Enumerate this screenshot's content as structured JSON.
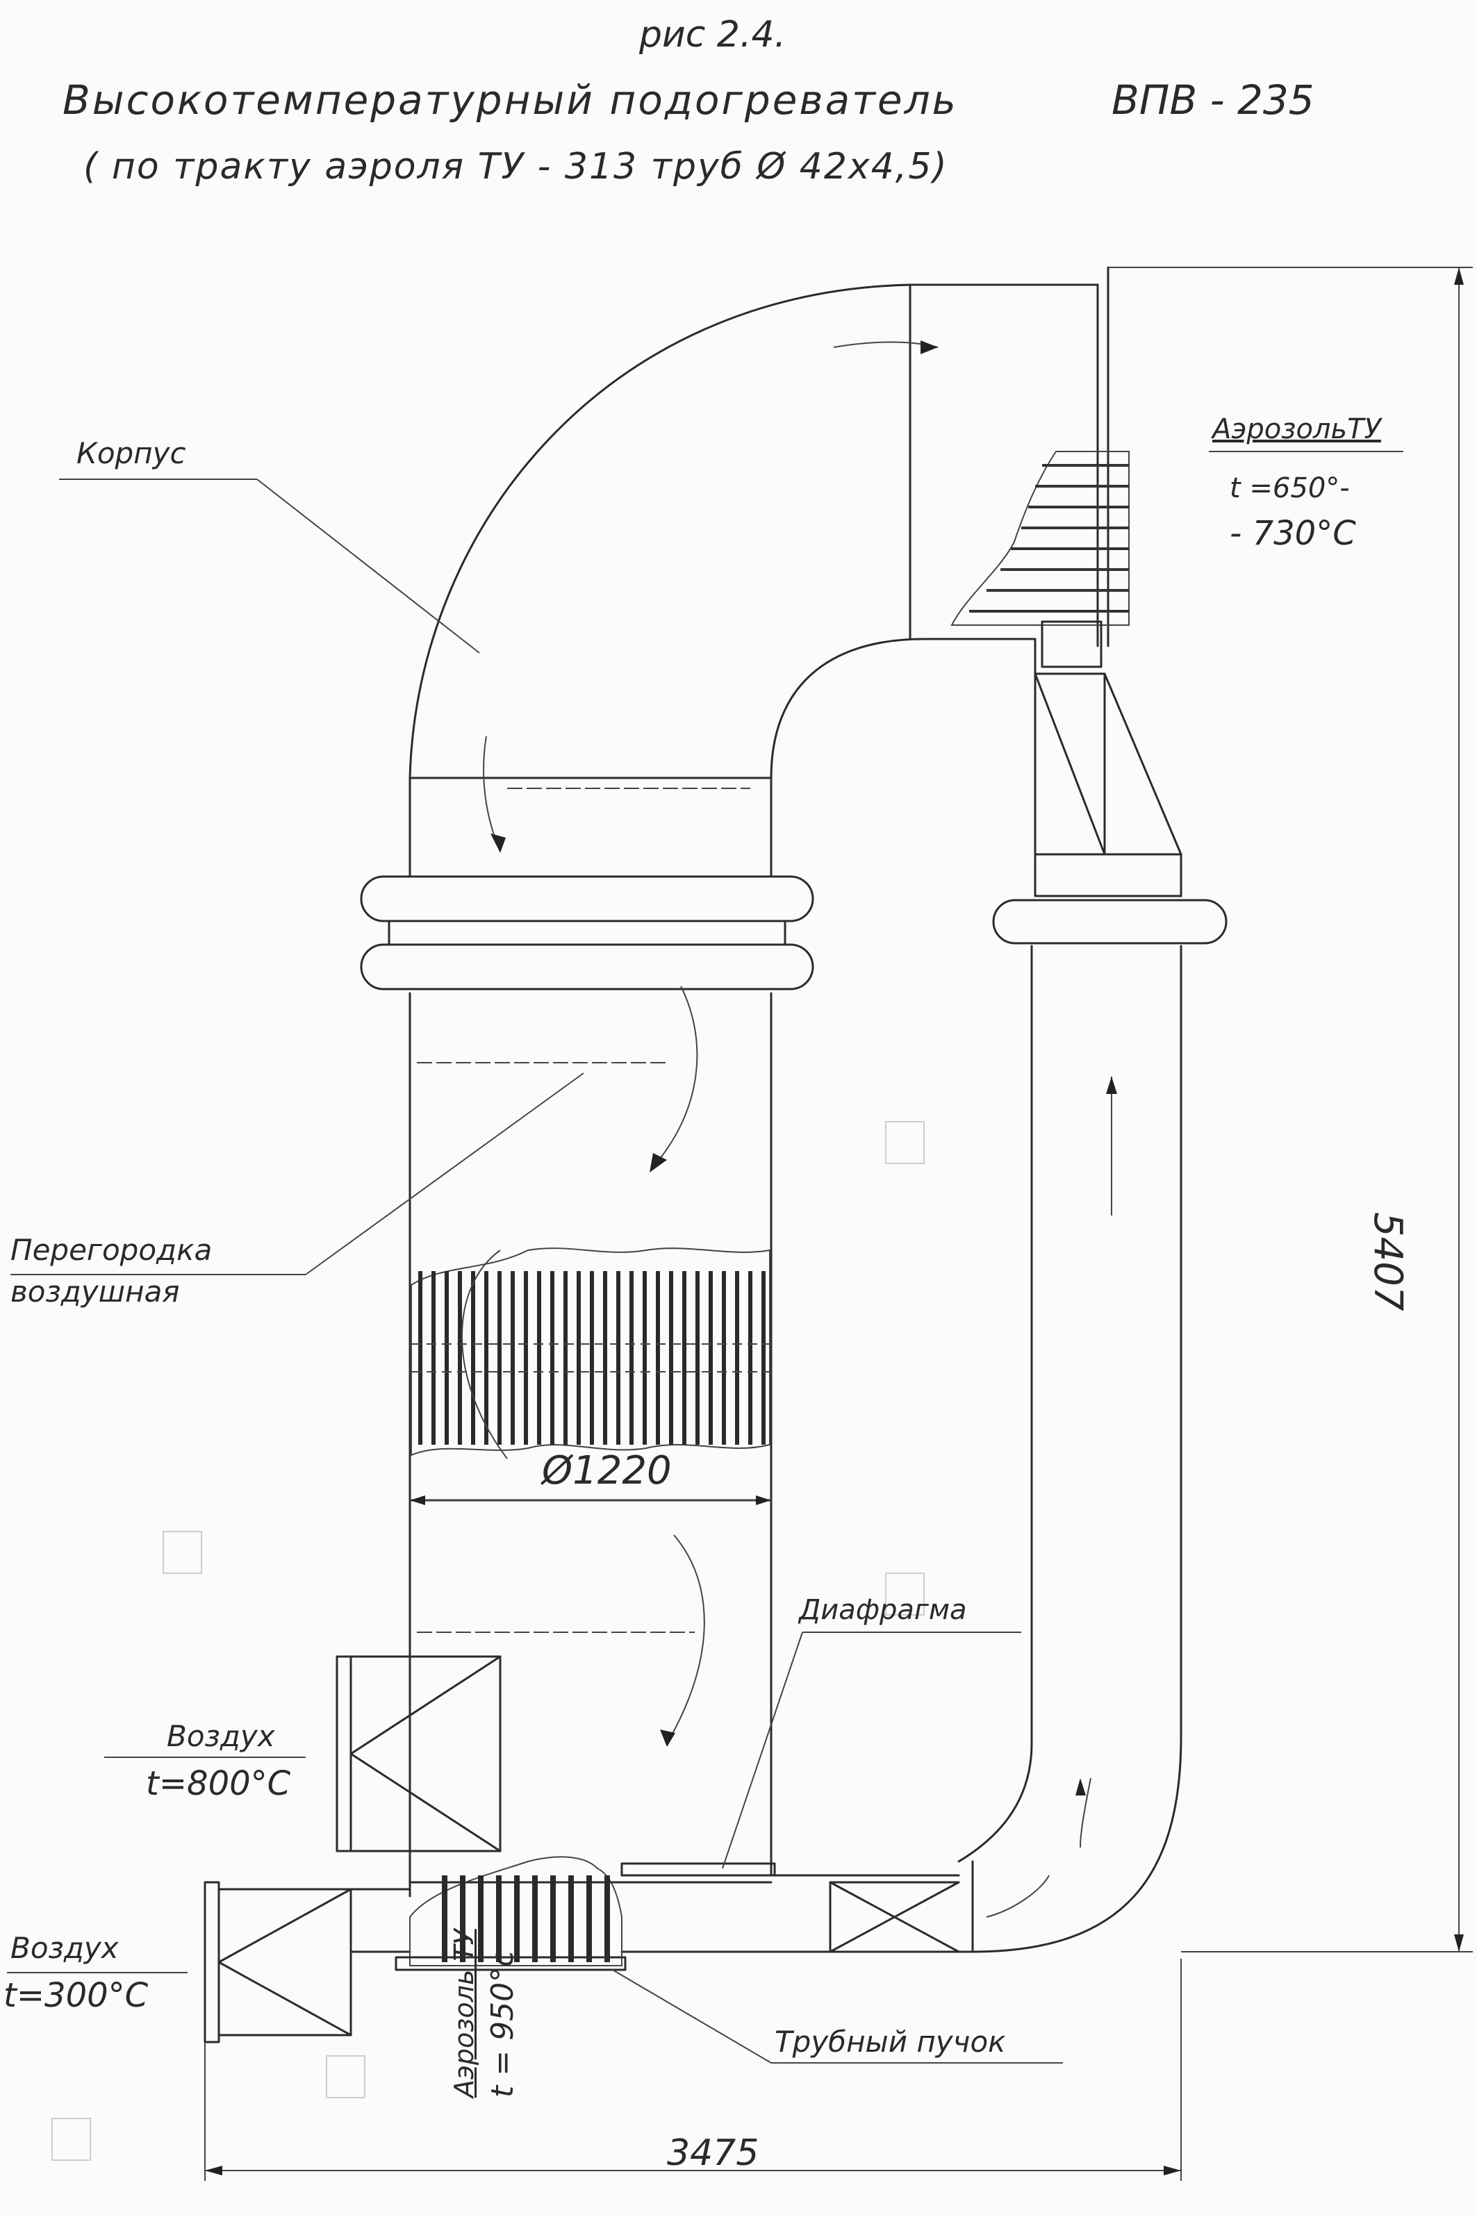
{
  "title": {
    "figure": "рис 2.4.",
    "line1_name": "Высокотемпературный подогреватель",
    "line1_code": "ВПВ - 235",
    "line2": "( по тракту аэроля ТУ - 313 труб Ø 42х4,5)"
  },
  "labels": {
    "korpus": "Корпус",
    "peregorodka_1": "Перегородка",
    "peregorodka_2": "воздушная",
    "diafragma": "Диафрагма",
    "trubny_puchok": "Трубный пучок"
  },
  "flows": {
    "aerosol_out_name": "АэрозольТУ",
    "aerosol_out_t1": "t =650°-",
    "aerosol_out_t2": "- 730°C",
    "air_out_name": "Воздух",
    "air_out_t": "t=800°C",
    "air_in_name": "Воздух",
    "air_in_t": "t=300°C",
    "aerosol_in_name": "Аэрозоль ТУ",
    "aerosol_in_t": "t = 950°c"
  },
  "dimensions": {
    "diameter": "Ø1220",
    "height": "5407",
    "width": "3475"
  }
}
